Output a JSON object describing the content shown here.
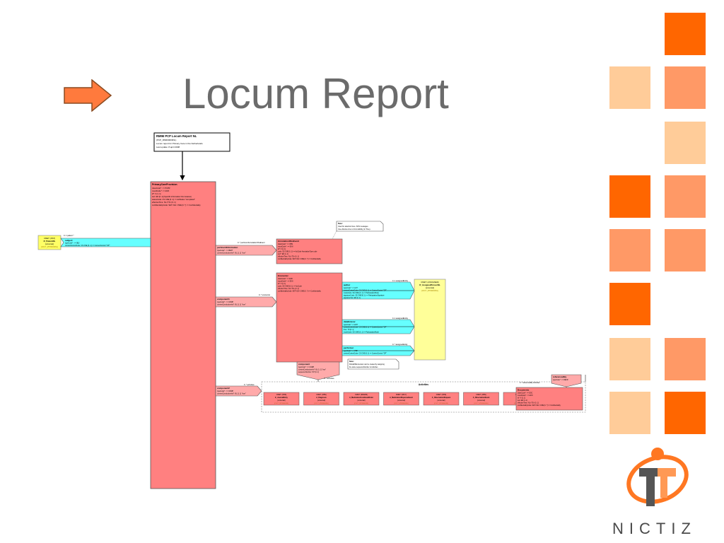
{
  "slide": {
    "title": "Locum Report",
    "logo_text": "NICTIZ"
  },
  "colors": {
    "orange_dark": "#ff6600",
    "orange_mid": "#ff9966",
    "orange_light": "#ffcc99",
    "arrow_fill": "#ff7a3d",
    "class_fill": "#ff8080",
    "participation_fill": "#66ffff",
    "role_fill": "#ffff99",
    "cmet_fill": "#ffff66"
  },
  "diagram": {
    "header_box": {
      "title": "RMIM PCP Locum Report NL",
      "lines": [
        "(PCP_RM000000NL)",
        "Locum report for Primary Care in the Netherlands",
        "Last update: 8 april 2008"
      ]
    },
    "primary": {
      "title": "PrimaryCareProvision",
      "lines": [
        "classCode*: <= PCPR",
        "moodCode*: <= EVN",
        "id*: II [1..1]",
        "text: ED [0..1] (Specific information this instance)",
        "statusCode: CS CNE [0..1] <= ActStatus \"completed\"",
        "effectiveTime: IVL<TS> [0..1]",
        "confidentialityCode: SET<CE> CWE [0..*] <= Confidentiality"
      ]
    },
    "cmet_patient": {
      "lines": [
        "CMET: (PAT)",
        "R_PatientNL",
        "[universal]",
        "(COCT_MT050000NL)"
      ]
    },
    "subject": {
      "top_label": "0..1 patient *",
      "title": "subject",
      "lines": [
        "typeCode*: <= SBJ",
        "contextControlCode: CS CNE [0..1] <= ContextControl \"OP\""
      ]
    },
    "note1": {
      "lines": [
        "Note:",
        "Used for attention lines. SOS messages.",
        "Use effective time to limit visibility (in Time)."
      ]
    },
    "pertinent": {
      "title": "pertinentInformation",
      "lines": [
        "typeCode*: <= PERT",
        "contextConductionInd*: BL [1..1] \"true\""
      ],
      "link_label": "0..* pertinentAnnotationObsEvent"
    },
    "annotation": {
      "title": "AnnotationObsEvent",
      "lines": [
        "classCode*: <= OBS",
        "moodCode*: <= EVN",
        "id*: II [1..1]",
        "code: CE CNE [0..1] <= ActCode AnnotationType code",
        "text*: ED [1..1]",
        "effectiveTime: IVL<TS> [0..1]",
        "confidentialityCode: SET<CE> CWE [0..*] <= Confidentiality"
      ]
    },
    "component1": {
      "title": "component1",
      "lines": [
        "typeCode*: <= COMP",
        "contextConductionInd*: BL [1..1] \"true\""
      ],
      "link_label": "0..* encounter"
    },
    "encounter": {
      "title": "Encounter",
      "lines": [
        "classCode*: <= ENC",
        "moodCode*: <= EVN",
        "id*: II [1..1]",
        "code: CE CWE [0..1] <= ActCode",
        "effectiveTime: IVL<TS> [0..1]",
        "confidentialityCode: SET<CE> CWE [0..*] <= Confidentiality"
      ]
    },
    "author": {
      "title": "author",
      "lines": [
        "typeCode*: <= AUT",
        "contextControlCode: CS CNE [0..1] <= ContextControl \"OP\"",
        "modeCode: CE CWE [0..1] <= ParticipationMode",
        "signatureCode: CE CWE [0..1] <= ParticipationSignature",
        "signatureText: ED [0..1]"
      ],
      "link_label": "0..1 assignedEntity"
    },
    "dataEnterer": {
      "title": "dataEnterer",
      "lines": [
        "typeCode*: <= ENT",
        "contextControlCode: CS CNE [0..1] <= ContextControl \"OP\"",
        "time: TS [0..1]",
        "modeCode: CE CWE [0..1] <= ParticipationMode"
      ],
      "link_label": "0..1 assignedEntity"
    },
    "performer": {
      "title": "performer",
      "lines": [
        "typeCode*: <= PRF",
        "contextControlCode: CS CNE [0..1] <= ContextControl \"OP\""
      ],
      "link_label": "0..* assignedEntity"
    },
    "cmet_assigned": {
      "lines": [
        "CMET: (ASSIGNED)",
        "R_AssignedPersonNL",
        "[universal]",
        "(COCT_MT090000NL)"
      ]
    },
    "component_inner": {
      "title": "component",
      "lines": [
        "typeCode*: <= COMP",
        "contextConductionInd*: BL [1..1] \"true\"",
        "sequenceNumber: INT [0..1]"
      ],
      "link_label": "0..* activities"
    },
    "note2": {
      "lines": [
        "Note:",
        "PartialOfEncounters can be created by assigning",
        "the same sequenceNumber to Activities"
      ]
    },
    "component2": {
      "title": "component2",
      "lines": [
        "typeCode*: <= COMP",
        "contextConductionInd*: BL [1..1] \"true\""
      ],
      "link_label": "0..* activities"
    },
    "activities": {
      "label": "Activities",
      "items": [
        {
          "lines": [
            "CMET: (OBS)",
            "E_JournalEntry",
            "[universal]",
            "(COCT_MT050000NL)"
          ]
        },
        {
          "lines": [
            "CMET: (OBS)",
            "A_Diagnosis",
            "[universal]",
            "(COCT_MT050000NL)"
          ]
        },
        {
          "lines": [
            "CMET: (SBADM)",
            "A_MedicationCombinedOrder",
            "[universal]",
            "(COCT_MT050000NL)"
          ]
        },
        {
          "lines": [
            "CMET: (SPLY)",
            "A_MedicationDispenseEvent",
            "[universal]",
            "(COCT_MT050000NL)"
          ]
        },
        {
          "lines": [
            "CMET: (OBS)",
            "A_ObservationRequest",
            "[universal]",
            "(COCT_MT050000NL)"
          ]
        },
        {
          "lines": [
            "CMET: (OBS)",
            "A_ObservationEvent",
            "[universal]",
            "(COCT_MT050000NL)"
          ]
        },
        {
          "lines": [
            "CMET: (PCPR)",
            "A_Referral",
            "[universal]",
            "(COCT_MT050000NL)"
          ]
        },
        {
          "lines": [
            "CMET: (PROC)",
            "A_Procedure",
            "[universal]",
            "(COCT_MT050000NL)"
          ]
        }
      ]
    },
    "referencedBy": {
      "title": "referencedBy",
      "lines": [
        "typeCode*: <= REFR"
      ],
      "link_label": "0..* referencedBy Activities"
    },
    "documents": {
      "title": "Documents",
      "lines": [
        "classCode*: <= DOC",
        "moodCode*: <= EVN",
        "id*: II [1..1]",
        "text: ED [1..1]",
        "effectiveTime: IVL<TS> [0..1]",
        "confidentialityCode: SET<CE> CWE [0..*] <= Confidentiality"
      ]
    }
  }
}
